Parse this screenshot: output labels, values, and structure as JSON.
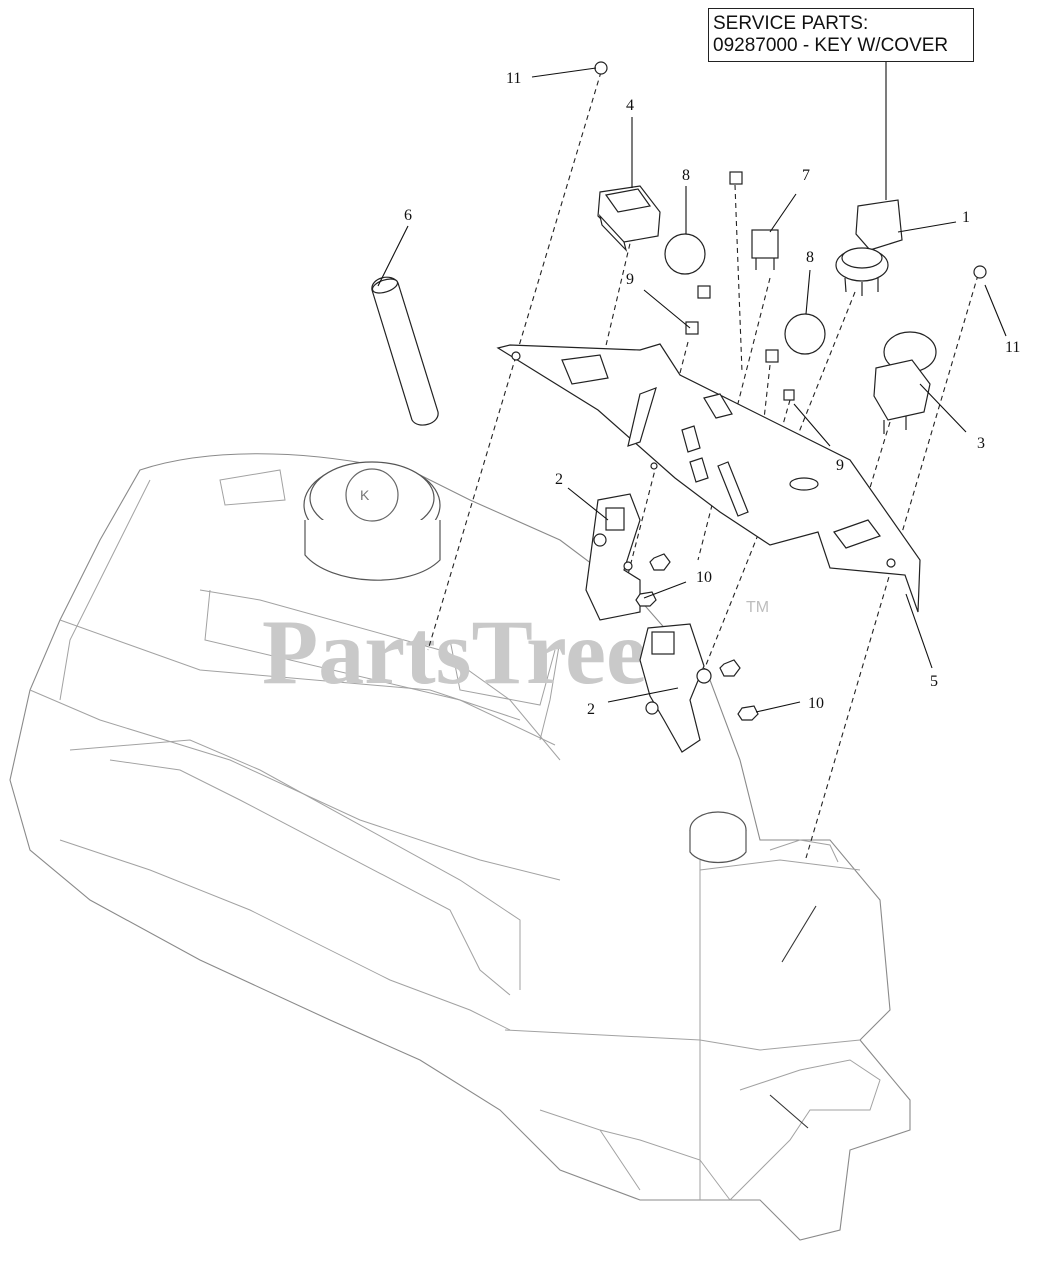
{
  "service_parts": {
    "line1": "SERVICE PARTS:",
    "line2": "09287000 - KEY W/COVER"
  },
  "callouts": {
    "c1": "1",
    "c2a": "2",
    "c2b": "2",
    "c3": "3",
    "c4": "4",
    "c5": "5",
    "c6": "6",
    "c7": "7",
    "c8a": "8",
    "c8b": "8",
    "c9a": "9",
    "c9b": "9",
    "c10a": "10",
    "c10b": "10",
    "c11a": "11",
    "c11b": "11"
  },
  "watermark": {
    "text": "PartsTree",
    "tm": "TM"
  }
}
